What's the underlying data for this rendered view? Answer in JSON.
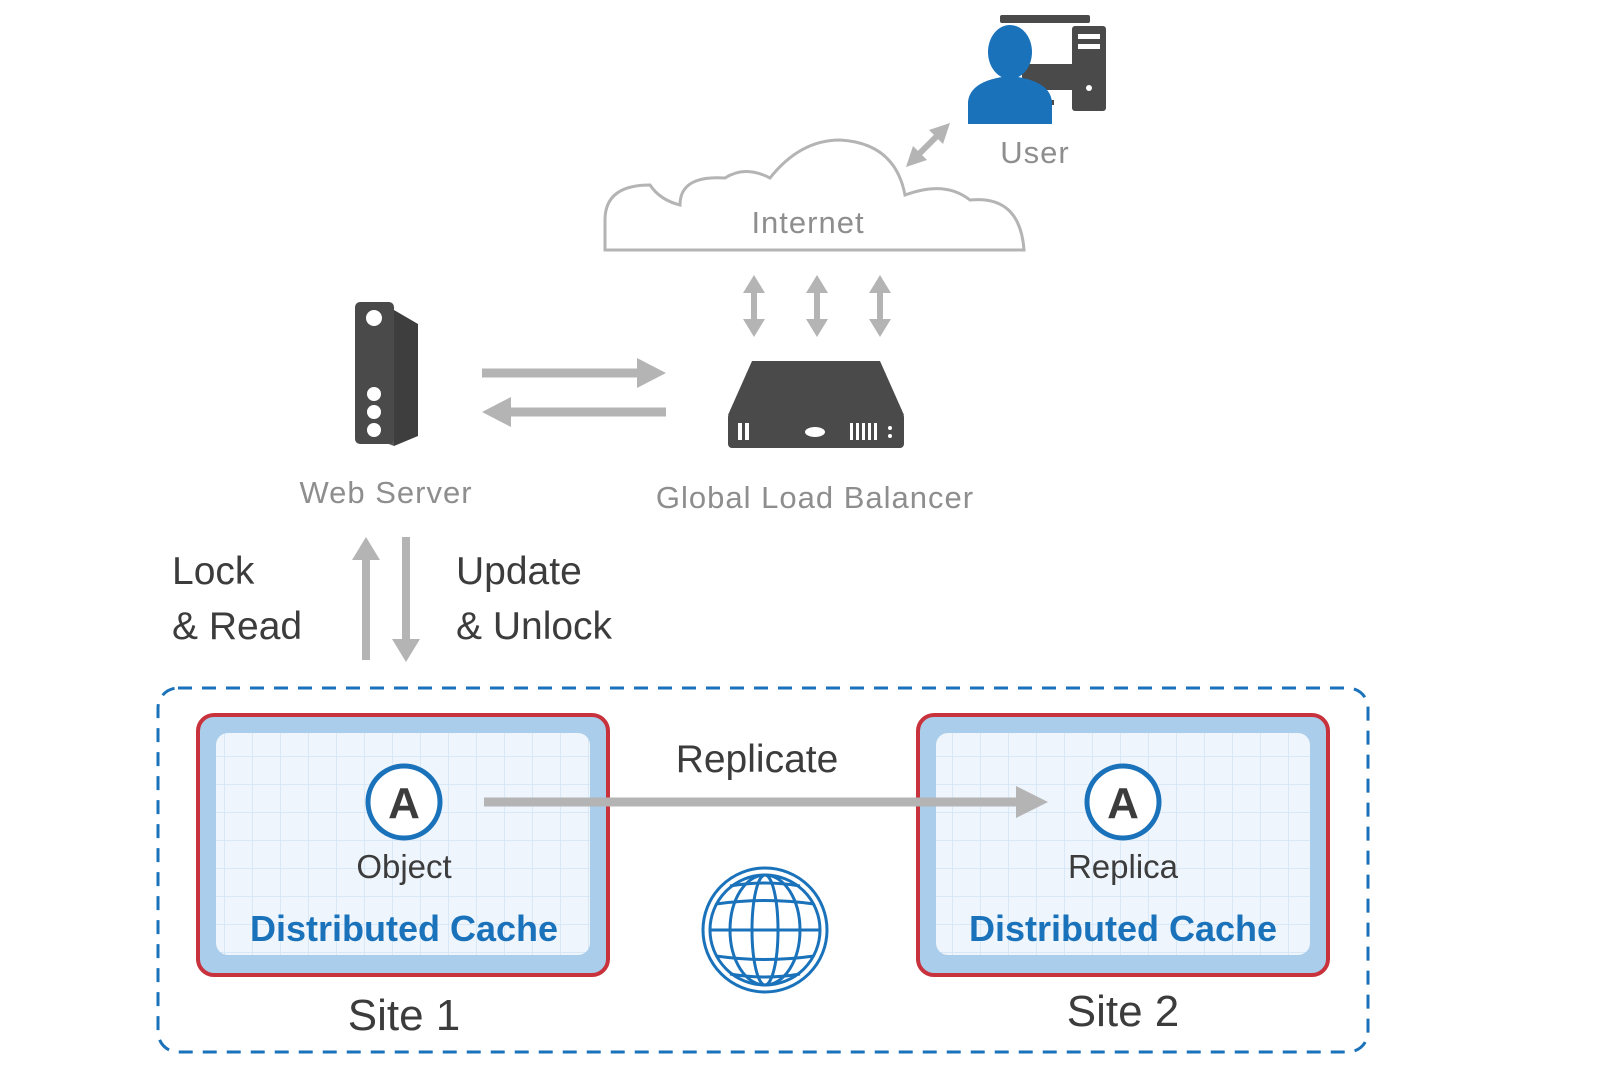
{
  "labels": {
    "user": "User",
    "internet": "Internet",
    "web_server": "Web Server",
    "global_load_balancer": "Global Load Balancer",
    "lock_read_line1": "Lock",
    "lock_read_line2": "& Read",
    "update_unlock_line1": "Update",
    "update_unlock_line2": "& Unlock",
    "replicate": "Replicate"
  },
  "site1": {
    "badge": "A",
    "item": "Object",
    "cache": "Distributed Cache",
    "name": "Site 1"
  },
  "site2": {
    "badge": "A",
    "item": "Replica",
    "cache": "Distributed Cache",
    "name": "Site 2"
  },
  "icons": [
    "user-workstation-icon",
    "cloud-icon",
    "web-server-icon",
    "load-balancer-icon",
    "globe-icon"
  ],
  "colors": {
    "arrow_grey": "#b4b4b4",
    "cache_border": "#c8323c",
    "cache_fill": "#a9cdea",
    "accent_blue": "#1a72bb",
    "device_dark": "#4a4a4a"
  }
}
